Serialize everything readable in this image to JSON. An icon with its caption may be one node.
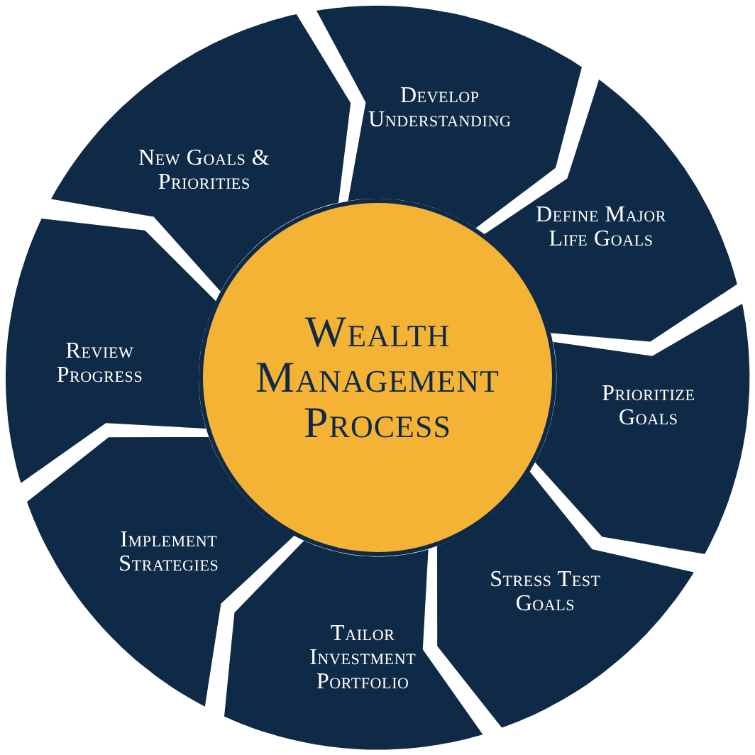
{
  "diagram": {
    "nodes": [
      {
        "text": [
          "Wealth Management Process"
        ]
      },
      {
        "text": [
          "Develop Understanding"
        ]
      },
      {
        "text": [
          "Define Major Life Goals"
        ]
      },
      {
        "text": [
          "Prioritize Goals"
        ]
      },
      {
        "text": [
          "Stress Test Goals"
        ]
      },
      {
        "text": [
          "Tailor Investment Portfolio"
        ]
      },
      {
        "text": [
          "Implement Strategies"
        ]
      },
      {
        "text": [
          "Review Progress"
        ]
      },
      {
        "text": [
          "New Goals & Priorities"
        ]
      }
    ]
  }
}
